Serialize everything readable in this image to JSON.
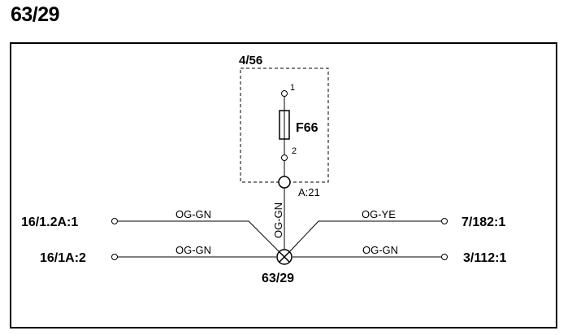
{
  "title": "63/29",
  "diagram": {
    "box_label": "4/56",
    "component": "F66",
    "pin1": "1",
    "pin2": "2",
    "connector": "A:21",
    "splice": "63/29",
    "vertical_wire": "OG-GN",
    "left_top": {
      "terminal": "16/1.2A:1",
      "wire": "OG-GN"
    },
    "left_bottom": {
      "terminal": "16/1A:2",
      "wire": "OG-GN"
    },
    "right_top": {
      "terminal": "7/182:1",
      "wire": "OG-YE"
    },
    "right_bottom": {
      "terminal": "3/112:1",
      "wire": "OG-GN"
    }
  }
}
